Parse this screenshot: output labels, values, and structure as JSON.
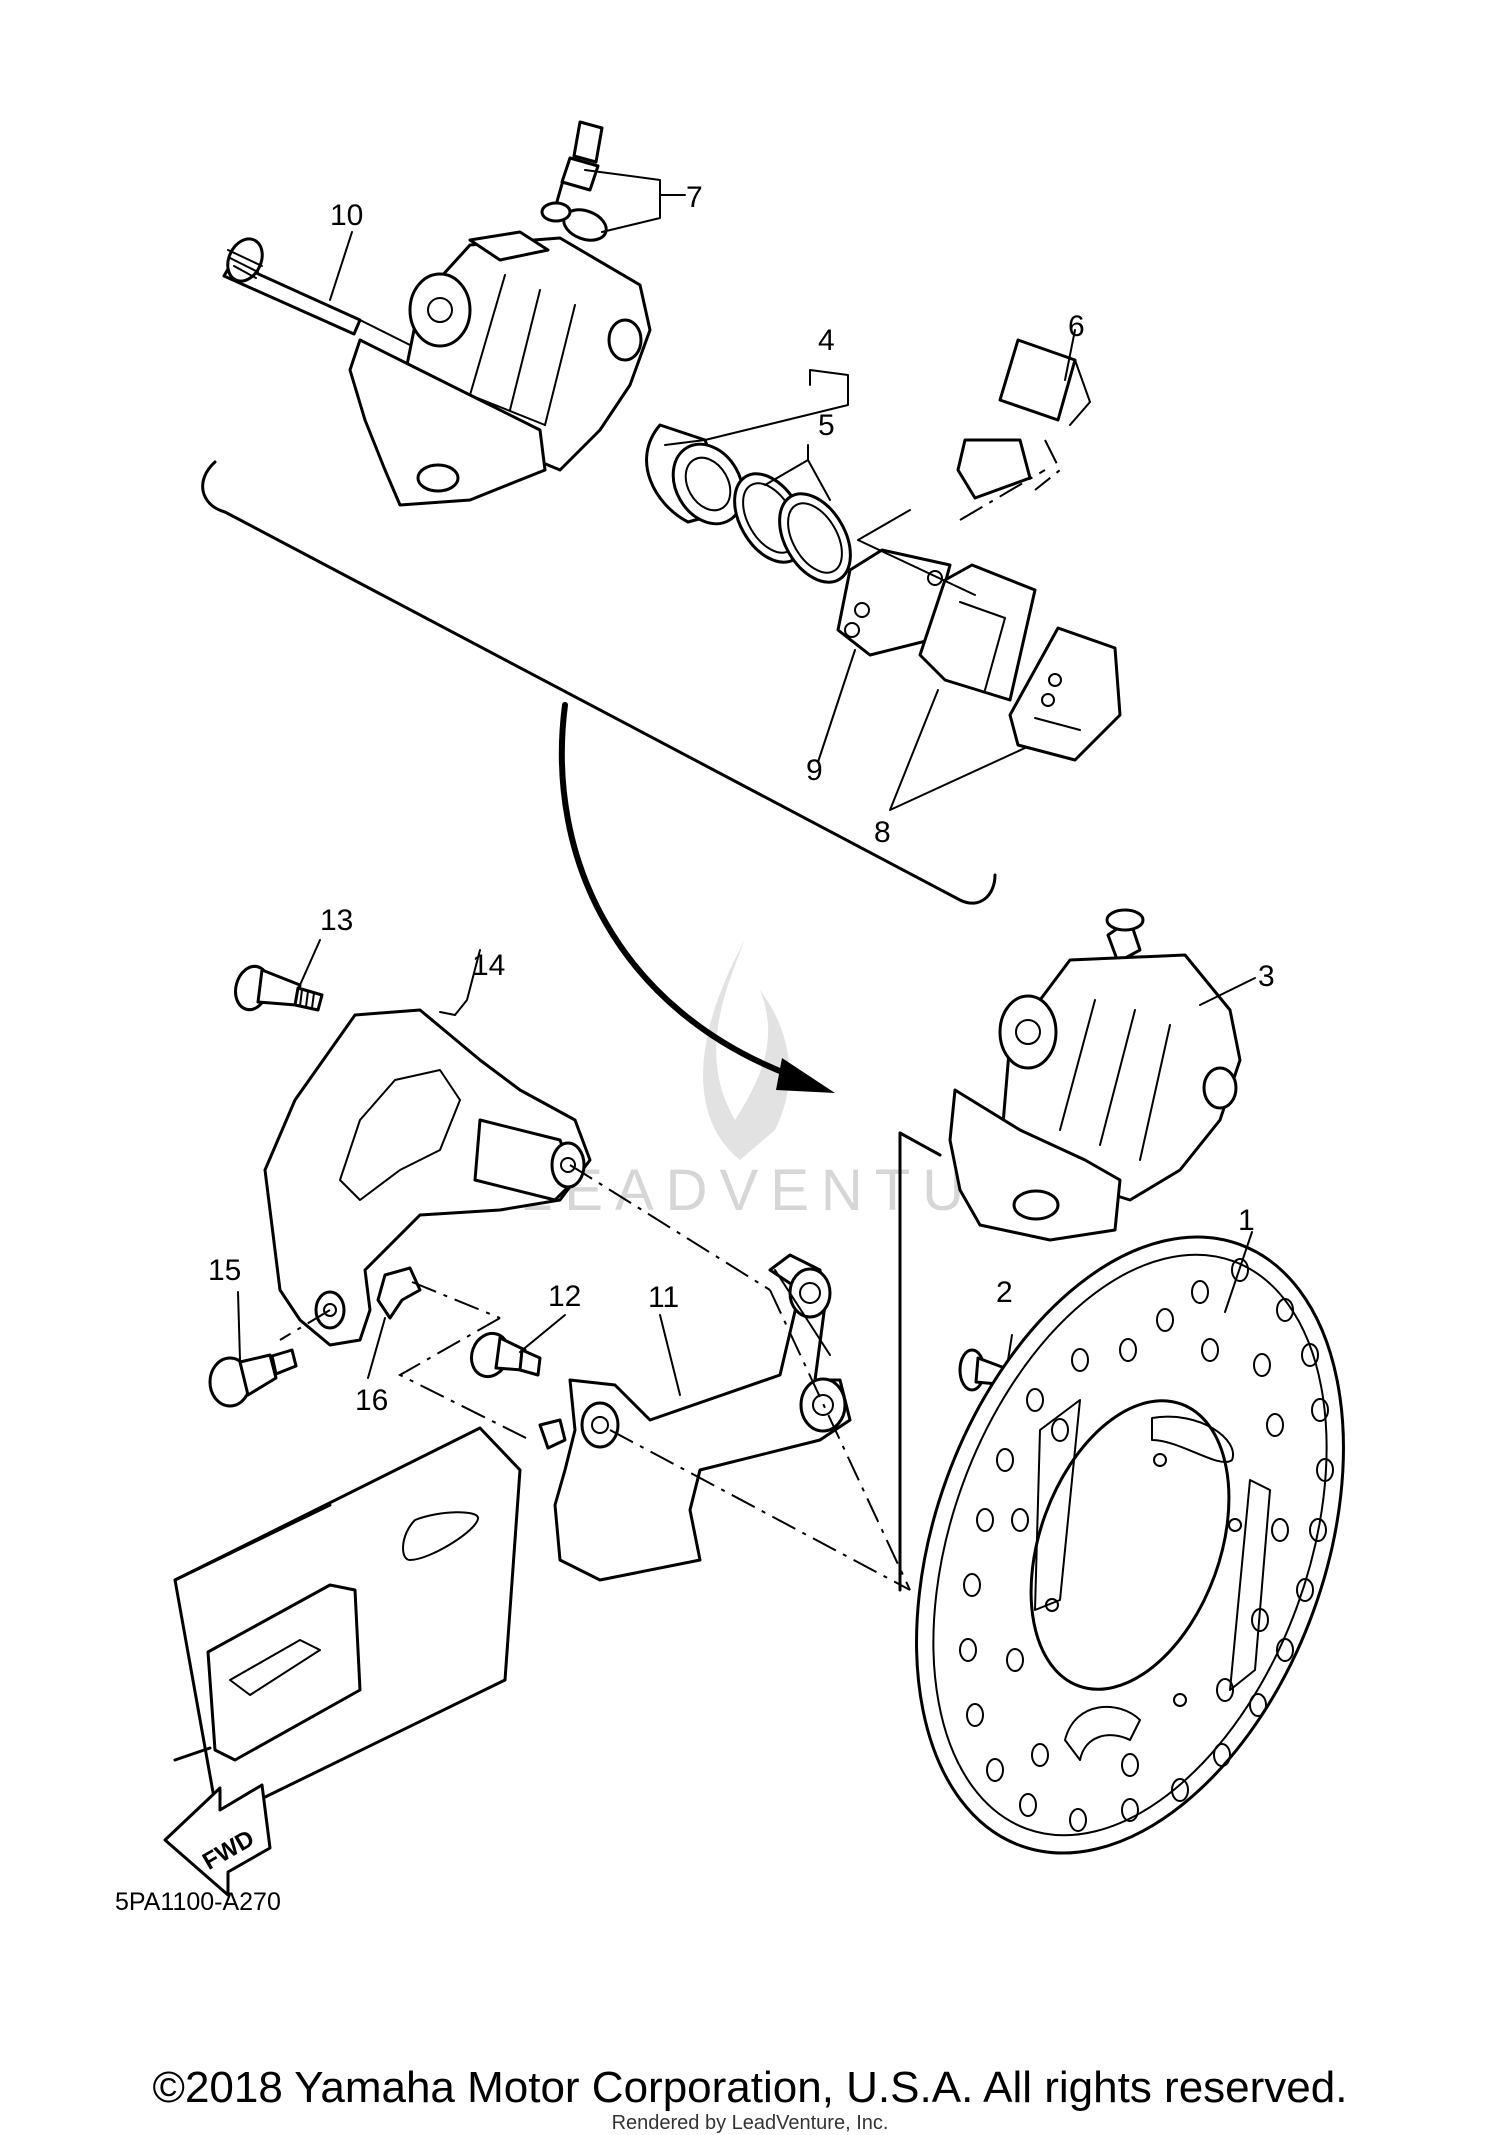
{
  "diagram": {
    "part_code": "5PA1100-A270",
    "fwd_label": "FWD",
    "watermark": "LEADVENTURE",
    "callouts": [
      "1",
      "2",
      "3",
      "4",
      "5",
      "6",
      "7",
      "8",
      "9",
      "10",
      "11",
      "12",
      "13",
      "14",
      "15",
      "16"
    ]
  },
  "footer": {
    "copyright": "©2018 Yamaha Motor Corporation, U.S.A. All rights reserved.",
    "rendered_by": "Rendered by LeadVenture, Inc."
  }
}
